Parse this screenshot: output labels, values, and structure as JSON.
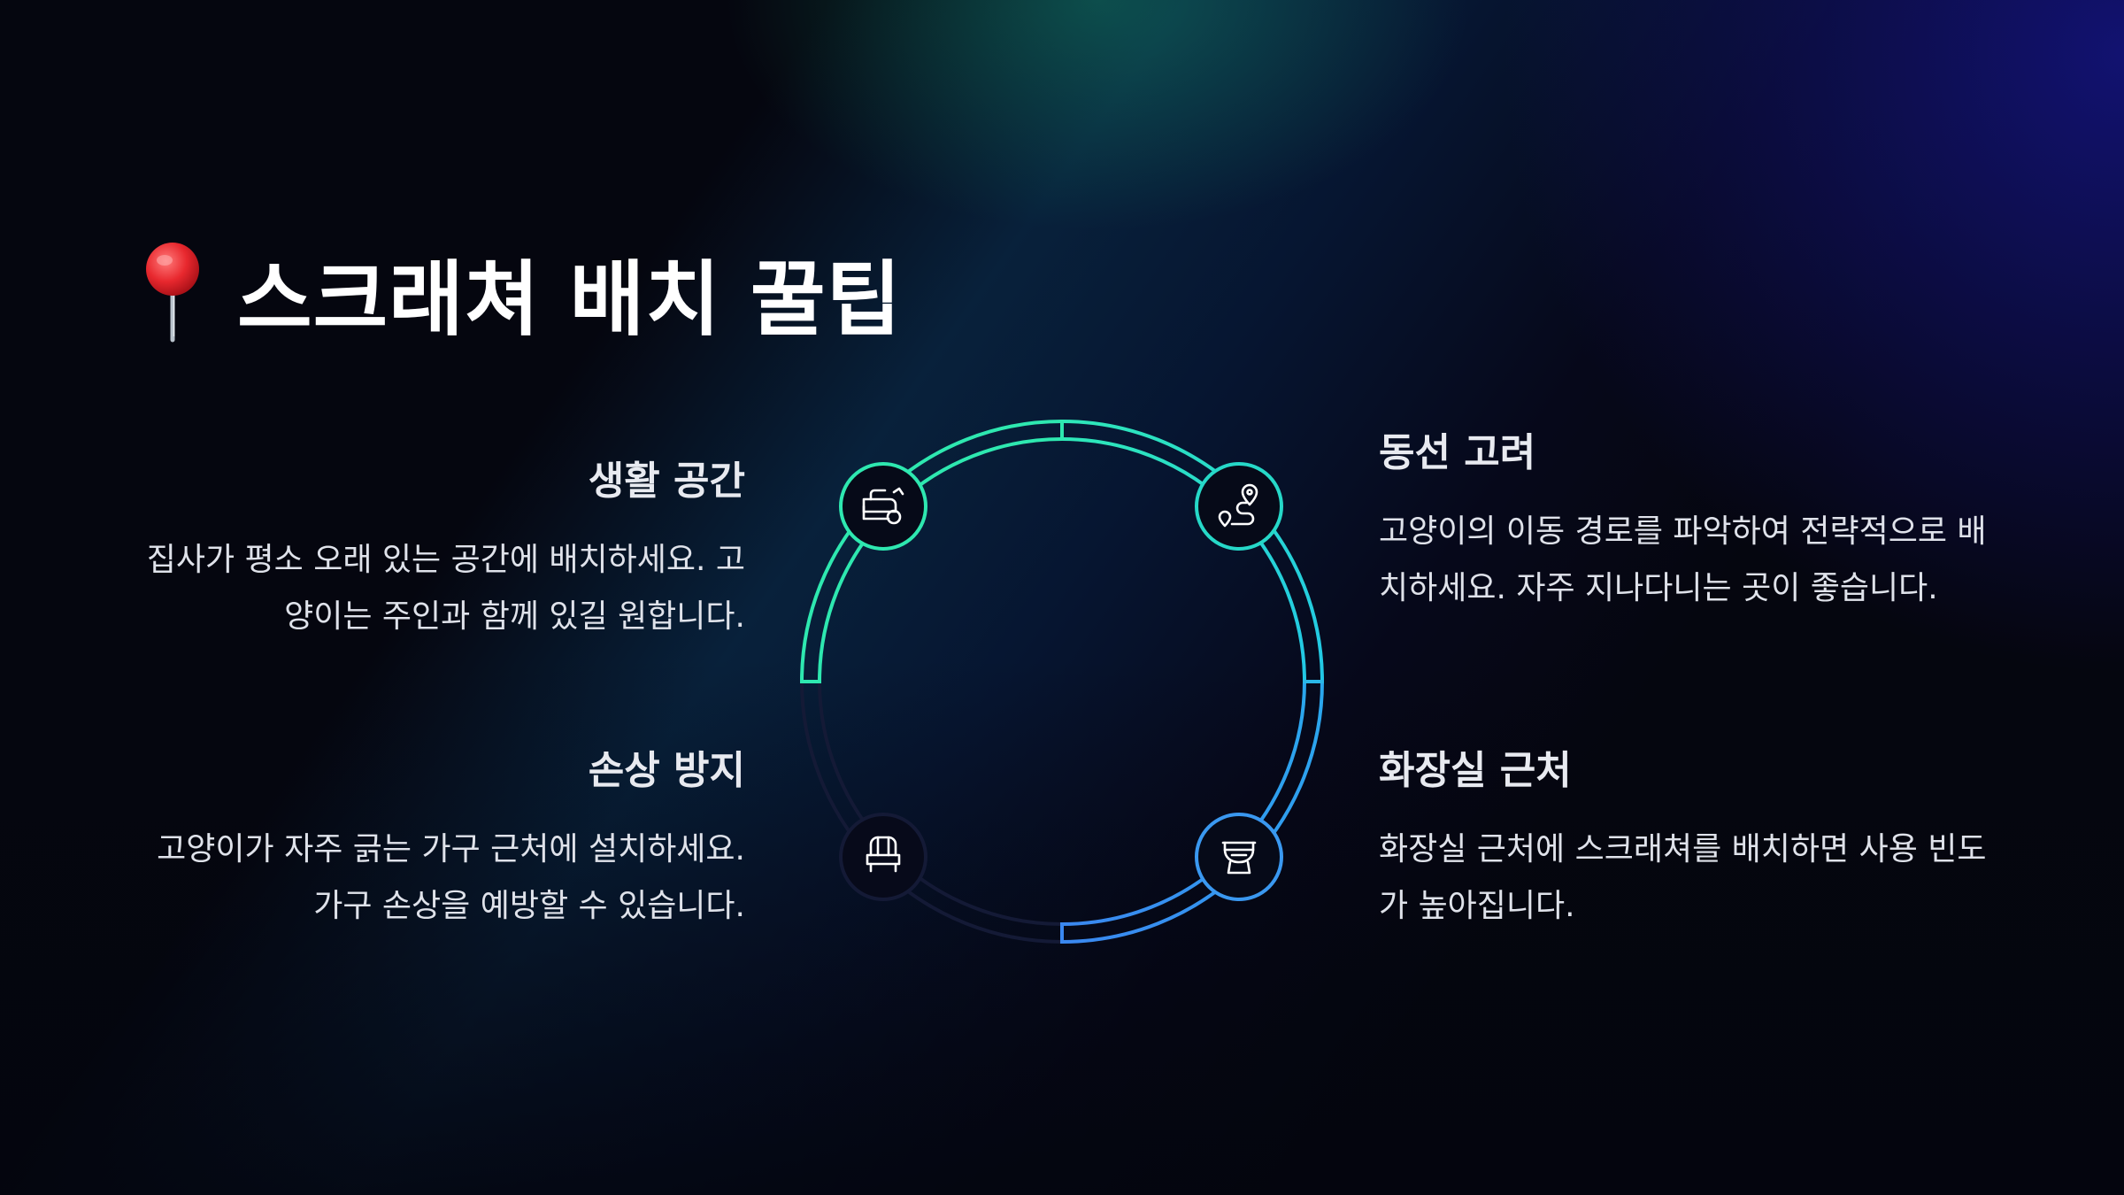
{
  "title": {
    "emoji": "📍",
    "text": "스크래쳐 배치 꿀팁"
  },
  "tips": [
    {
      "heading": "생활 공간",
      "body": "집사가 평소 오래 있는 공간에 배치하세요. 고양이는 주인과 함께 있길 원합니다.",
      "icon": "sofa-icon"
    },
    {
      "heading": "동선 고려",
      "body": "고양이의 이동 경로를 파악하여 전략적으로 배치하세요. 자주 지나다니는 곳이 좋습니다.",
      "icon": "route-icon"
    },
    {
      "heading": "손상 방지",
      "body": "고양이가 자주 긁는 가구 근처에 설치하세요. 가구 손상을 예방할 수 있습니다.",
      "icon": "armchair-icon"
    },
    {
      "heading": "화장실 근처",
      "body": "화장실 근처에 스크래쳐를 배치하면 사용 빈도가 높아집니다.",
      "icon": "toilet-icon"
    }
  ],
  "colors": {
    "teal": "#2ee8b0",
    "cyan": "#22d3e0",
    "blue": "#3aa0f0",
    "dim": "#1a2040",
    "background": "#05060f"
  }
}
